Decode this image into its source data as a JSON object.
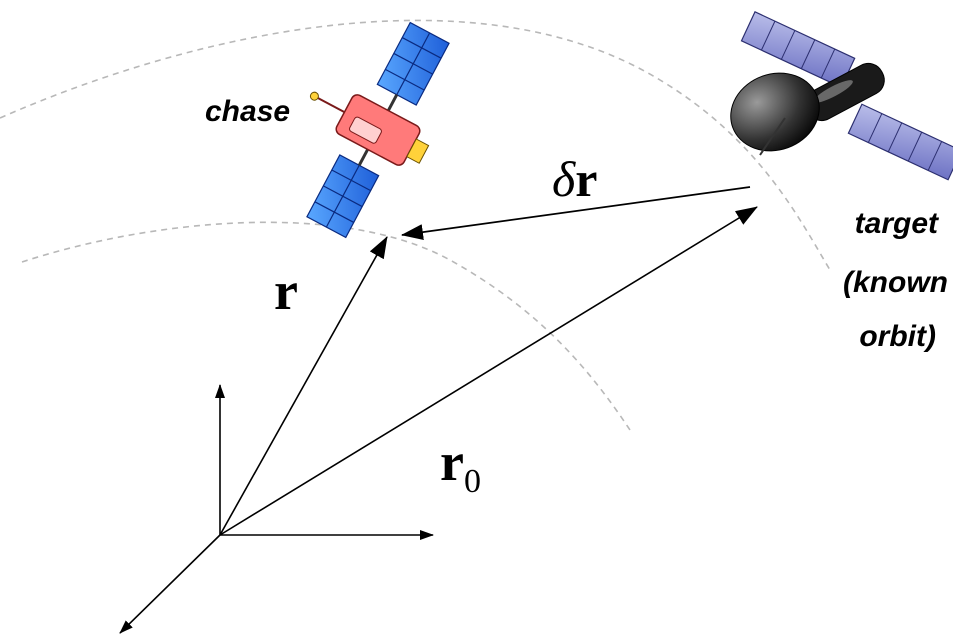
{
  "labels": {
    "chase": "chase",
    "target_line1": "target",
    "target_line2": "(known",
    "target_line3": "orbit)",
    "delta_symbol": "δ",
    "delta_r": "r",
    "r": "r",
    "r0_main": "r",
    "r0_sub": "0"
  },
  "colors": {
    "orbit": "#b8b8b8",
    "vector": "#000000",
    "chase_body": "#ff7a7a",
    "chase_panel": "#2a7fff",
    "target_panel": "#8a8fd6",
    "target_body": "#1a1a1a"
  },
  "icons": [
    "chase-satellite-icon",
    "target-satellite-icon"
  ]
}
